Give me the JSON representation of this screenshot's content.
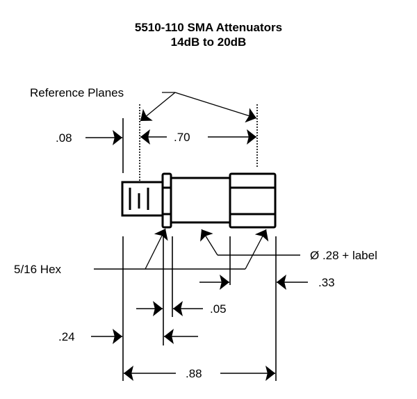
{
  "title": {
    "line1": "5510-110  SMA Attenuators",
    "line2": "14dB to 20dB"
  },
  "labels": {
    "reference_planes": "Reference Planes",
    "dim_08": ".08",
    "dim_70": ".70",
    "hex": "5/16 Hex",
    "diameter_label": "Ø .28 + label",
    "dim_33": ".33",
    "dim_05": ".05",
    "dim_24": ".24",
    "dim_88": ".88"
  }
}
